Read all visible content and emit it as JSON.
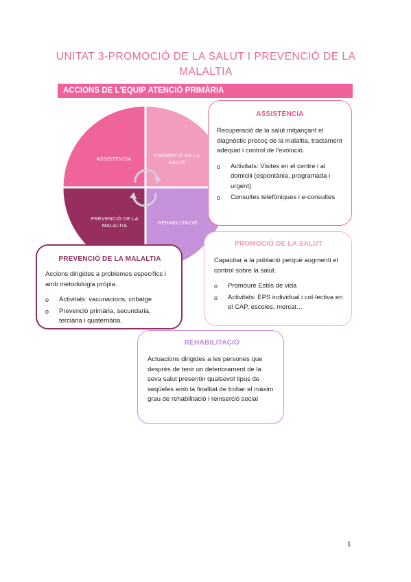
{
  "page_title": "UNITAT 3-PROMOCIÓ DE LA SALUT I PREVENCIÓ DE LA MALALTIA",
  "banner": "ACCIONS DE L'EQUIP ATENCIÓ PRIMÀRIA",
  "diagram": {
    "quadrants": [
      {
        "label": "ASSISTÈNCIA",
        "color": "#f0649c"
      },
      {
        "label_line1": "PROMOCIÓ DE LA",
        "label_line2": "SALUT",
        "color": "#f49cbd"
      },
      {
        "label_line1": "PREVENCIÓ DE LA",
        "label_line2": "MALALTIA",
        "color": "#962f60"
      },
      {
        "label": "REHABILITACIÓ",
        "color": "#c491da"
      }
    ]
  },
  "cards": {
    "assistencia": {
      "title": "ASSISTÈNCIA",
      "description": "Recuperació de la salut mitjançant el diagnòstic precoç de la malaltia, tractament adequat i control de l'evolució.",
      "items": [
        "Activitats: Visites en el centre i al domicili (espontània, programada i urgent)",
        "Consultes telefòniques i e-consultes"
      ]
    },
    "promocio": {
      "title": "PROMOCIÓ DE LA SALUT",
      "description": "Capacitar a la població perquè augmenti el control sobre la salut.",
      "items": [
        "Promoure Estils de vida",
        "Activitats: EPS individual i col·lectiva en el CAP, escoles, mercat…"
      ]
    },
    "prevencio": {
      "title": "PREVENCIÓ DE LA MALALTIA",
      "description": "Accions dirigides a problemes específics i amb metodologia pròpia.",
      "items": [
        "Activitats: vacunacions, cribatge",
        "Prevenció primària, secundaria, terciària i quaternària."
      ]
    },
    "rehabilitacio": {
      "title": "REHABILITACIÓ",
      "description": "Actuacions dirigides a les persones que després de tenir un deteriorament de la seva salut presentin qualsevol tipus de seqüeles amb la finalitat de trobar el màxim grau de rehabilitació i reinserció social"
    }
  },
  "bullet_symbol": "o",
  "page_number": "1"
}
